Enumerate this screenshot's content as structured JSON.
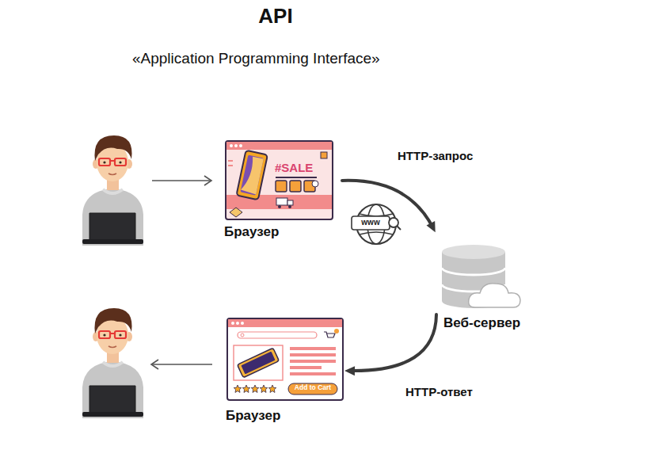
{
  "diagram": {
    "title": "API",
    "nodes": [
      {
        "text": [
          "Браузер"
        ]
      },
      {
        "text": [
          "Веб-сервер"
        ]
      },
      {
        "text": [
          "Браузер"
        ]
      }
    ],
    "edges": [
      {
        "from": 0,
        "to": 1,
        "label": "HTTP-запрос",
        "arrow": "to"
      },
      {
        "from": 1,
        "to": 2,
        "label": "HTTP-ответ",
        "arrow": "to"
      }
    ],
    "labels": [
      "«Application Programming Interface»",
      "#SALE",
      "www",
      "Add to Cart"
    ]
  }
}
